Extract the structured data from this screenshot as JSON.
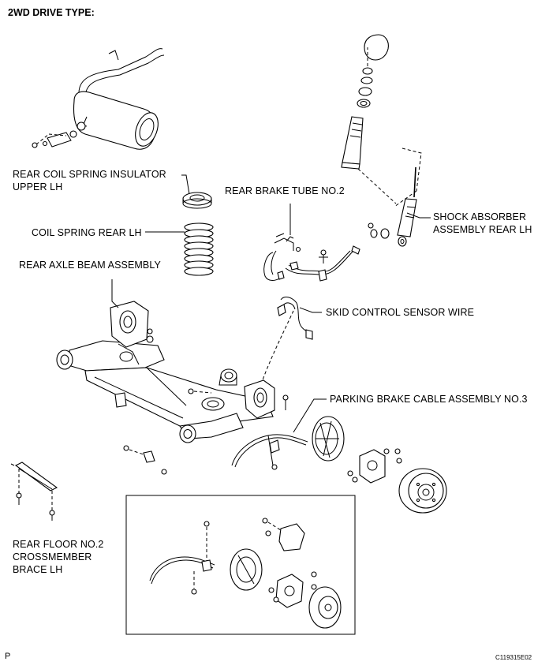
{
  "title": "2WD DRIVE TYPE:",
  "labels": {
    "coil_spring_insulator": [
      "REAR COIL SPRING INSULATOR",
      "UPPER LH"
    ],
    "coil_spring": "COIL SPRING REAR LH",
    "axle_beam": "REAR AXLE BEAM ASSEMBLY",
    "brake_tube": "REAR BRAKE TUBE NO.2",
    "shock_absorber": [
      "SHOCK ABSORBER",
      "ASSEMBLY REAR LH"
    ],
    "skid_sensor_wire": "SKID CONTROL SENSOR WIRE",
    "parking_cable": "PARKING BRAKE CABLE ASSEMBLY NO.3",
    "floor_brace": [
      "REAR FLOOR NO.2",
      "CROSSMEMBER",
      "BRACE LH"
    ]
  },
  "footer": {
    "corner": "P",
    "figure_code": "C119315E02"
  }
}
